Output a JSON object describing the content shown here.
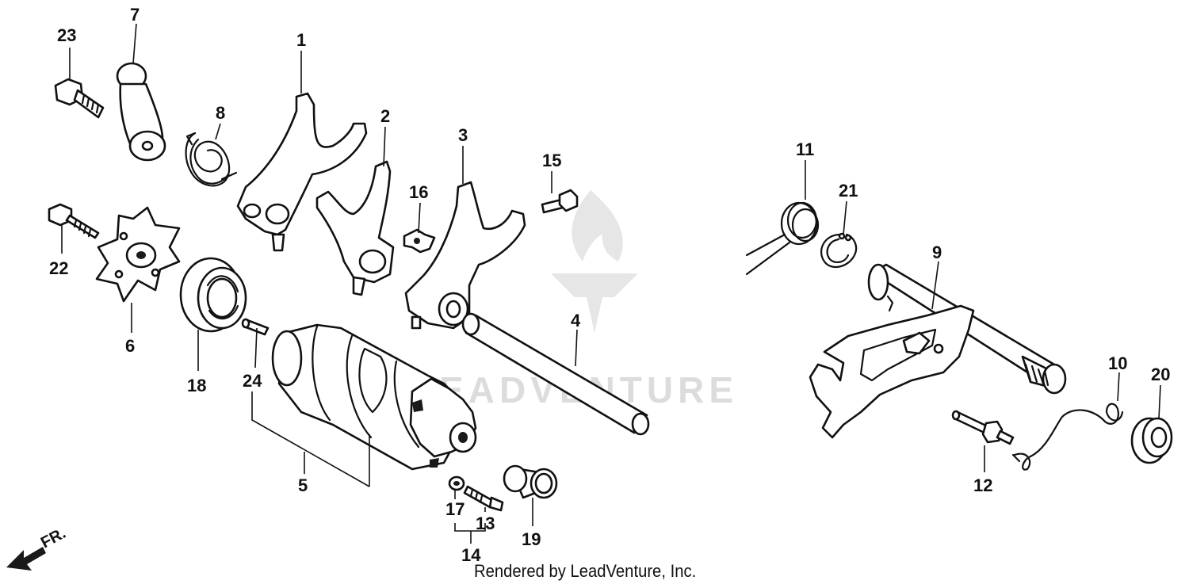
{
  "watermark": {
    "text": "LEADVENTURE"
  },
  "credit": "Rendered by LeadVenture, Inc.",
  "direction": {
    "label": "FR."
  },
  "callouts": {
    "c1": "1",
    "c2": "2",
    "c3": "3",
    "c4": "4",
    "c5": "5",
    "c6": "6",
    "c7": "7",
    "c8": "8",
    "c9": "9",
    "c10": "10",
    "c11": "11",
    "c12": "12",
    "c13": "13",
    "c14": "14",
    "c15": "15",
    "c16": "16",
    "c17": "17",
    "c18": "18",
    "c19": "19",
    "c20": "20",
    "c21": "21",
    "c22": "22",
    "c23": "23",
    "c24": "24"
  }
}
